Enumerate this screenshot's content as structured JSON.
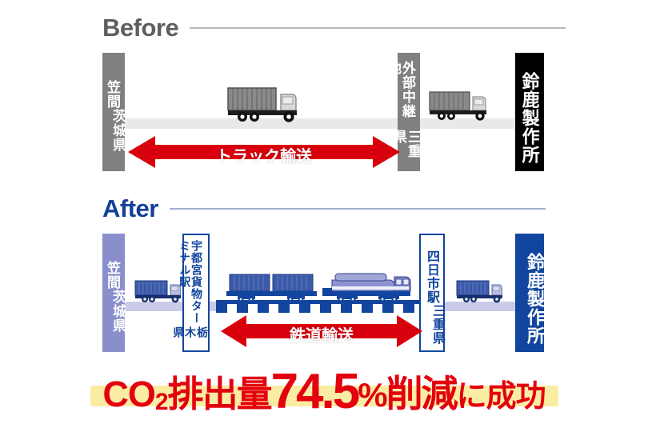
{
  "sections": {
    "before": {
      "title": "Before",
      "mode_label": "トラック輸送",
      "origin": {
        "line1": "茨城県",
        "line2": "笠間"
      },
      "midpoint": {
        "line1": "三重県",
        "line2": "外部中継地"
      },
      "destination": {
        "line1": "鈴鹿製作所"
      }
    },
    "after": {
      "title": "After",
      "mode_label": "鉄道輸送",
      "origin": {
        "line1": "茨城県",
        "line2": "笠間"
      },
      "rail_origin": {
        "line1": "栃木県",
        "line2": "宇都宮貨物ターミナル駅"
      },
      "rail_destination": {
        "line1": "三重県",
        "line2": "四日市駅"
      },
      "destination": {
        "line1": "鈴鹿製作所"
      }
    }
  },
  "headline": {
    "co2": "CO",
    "co2_sub": "2",
    "jp_before_number": "排出量",
    "number": "74.5",
    "percent": "%",
    "jp_after_number": "削減",
    "jp_tail": "に成功"
  },
  "icons": {
    "before_truck_large": "truck-icon",
    "before_truck_small": "truck-icon",
    "after_truck_left": "truck-icon",
    "after_truck_right": "truck-icon",
    "freight_train": "train-icon",
    "container_wagon": "freight-wagon-icon",
    "before_arrow": "double-arrow-icon",
    "after_arrow": "double-arrow-icon"
  },
  "colors": {
    "gray_box": "#808080",
    "black_box": "#000000",
    "periwinkle_box": "#8a8fcc",
    "navy_box": "#12459e",
    "arrow_red": "#d9000d",
    "headline_red": "#e3000f",
    "highlight_yellow": "#fbeca3",
    "before_title_gray": "#5f5f5f",
    "after_title_blue": "#13409a",
    "road_gray": "#e9e9e9",
    "road_periwinkle": "#c9cbe8"
  }
}
